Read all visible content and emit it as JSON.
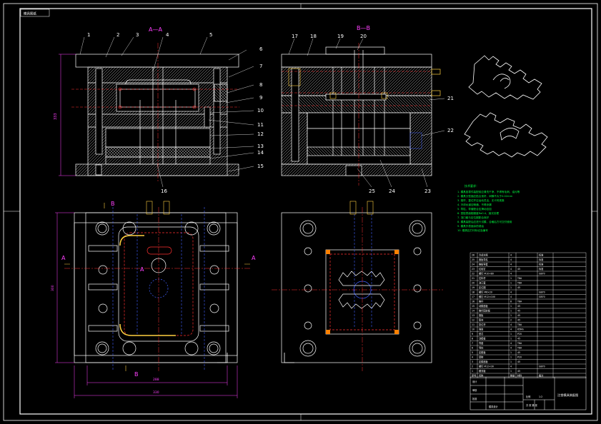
{
  "drawing": {
    "top_left_tag": "模具图纸",
    "section_aa": "A—A",
    "section_bb": "B—B",
    "cut_a": "A",
    "cut_b": "B",
    "dim_height": "333",
    "dim_width_inner": "288",
    "dim_width_outer": "330",
    "dim_side": "300"
  },
  "left_callouts": [
    "1",
    "2",
    "3",
    "4",
    "5",
    "6",
    "7",
    "8",
    "9",
    "10",
    "11",
    "12",
    "13",
    "14",
    "15",
    "16"
  ],
  "right_callouts": [
    "17",
    "18",
    "19",
    "20",
    "21",
    "22",
    "23",
    "24",
    "25"
  ],
  "tech_notes": {
    "title": "技术要求：",
    "lines": [
      "1. 模具各零件装配前应清洗干净，不得有毛刺、油污等",
      "2. 模具分型面应贴合良好，间隙不大于0.02mm",
      "3. 推杆、复位杆应运动灵活，无卡死现象",
      "4. 冷却水道应畅通，不得渗漏",
      "5. 导柱、导套配合应滑动自如",
      "6. 型腔表面粗糙度Ra0.4，抛光处理",
      "7. 浇口套与定位圈配合良好",
      "8. 模具装配后应进行试模，合格后方可交付使用",
      "9. 模具外表面涂防锈油",
      "10. 模具应打印标记及编号"
    ]
  },
  "bom": {
    "rows": [
      [
        "26",
        "冷却水嘴",
        "4",
        "",
        "标准"
      ],
      [
        "25",
        "推板导柱",
        "4",
        "",
        "标准"
      ],
      [
        "24",
        "推板导套",
        "4",
        "",
        "标准"
      ],
      [
        "23",
        "垃圾钉",
        "4",
        "45",
        "标准"
      ],
      [
        "22",
        "螺钉 M10×80",
        "4",
        "",
        "GB70"
      ],
      [
        "21",
        "拉料杆",
        "1",
        "T8A",
        ""
      ],
      [
        "20",
        "浇口套",
        "1",
        "T8A",
        ""
      ],
      [
        "19",
        "定位圈",
        "1",
        "45",
        ""
      ],
      [
        "18",
        "螺钉 M6×20",
        "4",
        "",
        "GB70"
      ],
      [
        "17",
        "螺钉 M12×100",
        "4",
        "",
        "GB70"
      ],
      [
        "16",
        "推杆",
        "8",
        "T8A",
        ""
      ],
      [
        "15",
        "动模座板",
        "1",
        "45",
        ""
      ],
      [
        "14",
        "推杆固定板",
        "1",
        "45",
        ""
      ],
      [
        "13",
        "推板",
        "1",
        "45",
        ""
      ],
      [
        "12",
        "垫块",
        "2",
        "45",
        ""
      ],
      [
        "11",
        "复位杆",
        "4",
        "T8A",
        ""
      ],
      [
        "10",
        "弹簧",
        "4",
        "65Mn",
        ""
      ],
      [
        "9",
        "型芯",
        "1",
        "P20",
        ""
      ],
      [
        "8",
        "动模板",
        "1",
        "45",
        ""
      ],
      [
        "7",
        "导套",
        "4",
        "T8A",
        ""
      ],
      [
        "6",
        "导柱",
        "4",
        "T8A",
        ""
      ],
      [
        "5",
        "定模板",
        "1",
        "45",
        ""
      ],
      [
        "4",
        "型腔",
        "1",
        "P20",
        ""
      ],
      [
        "3",
        "定模座板",
        "1",
        "45",
        ""
      ],
      [
        "2",
        "螺钉 M12×30",
        "4",
        "",
        "GB70"
      ],
      [
        "1",
        "顺流板",
        "1",
        "45",
        ""
      ]
    ],
    "header": [
      "序号",
      "名称",
      "数量",
      "材料",
      "备注"
    ]
  },
  "title_block": {
    "drawing_title": "注塑模具装配图",
    "scale_label": "比例",
    "scale": "1:2",
    "sheet_label": "共 张 第 张",
    "designer": "设计",
    "checker": "审核",
    "approve": "批准",
    "company": "模具设计"
  },
  "colors": {
    "background": "#000000",
    "line": "#ffffff",
    "hatch": "#ffffff",
    "cooling": "#ff3030",
    "section": "#ff40ff",
    "notes": "#00ff40",
    "gate": "#ff8000",
    "water_fittings": "#ffd040",
    "centerline": "#ff3030",
    "blue_pin": "#4060ff"
  }
}
